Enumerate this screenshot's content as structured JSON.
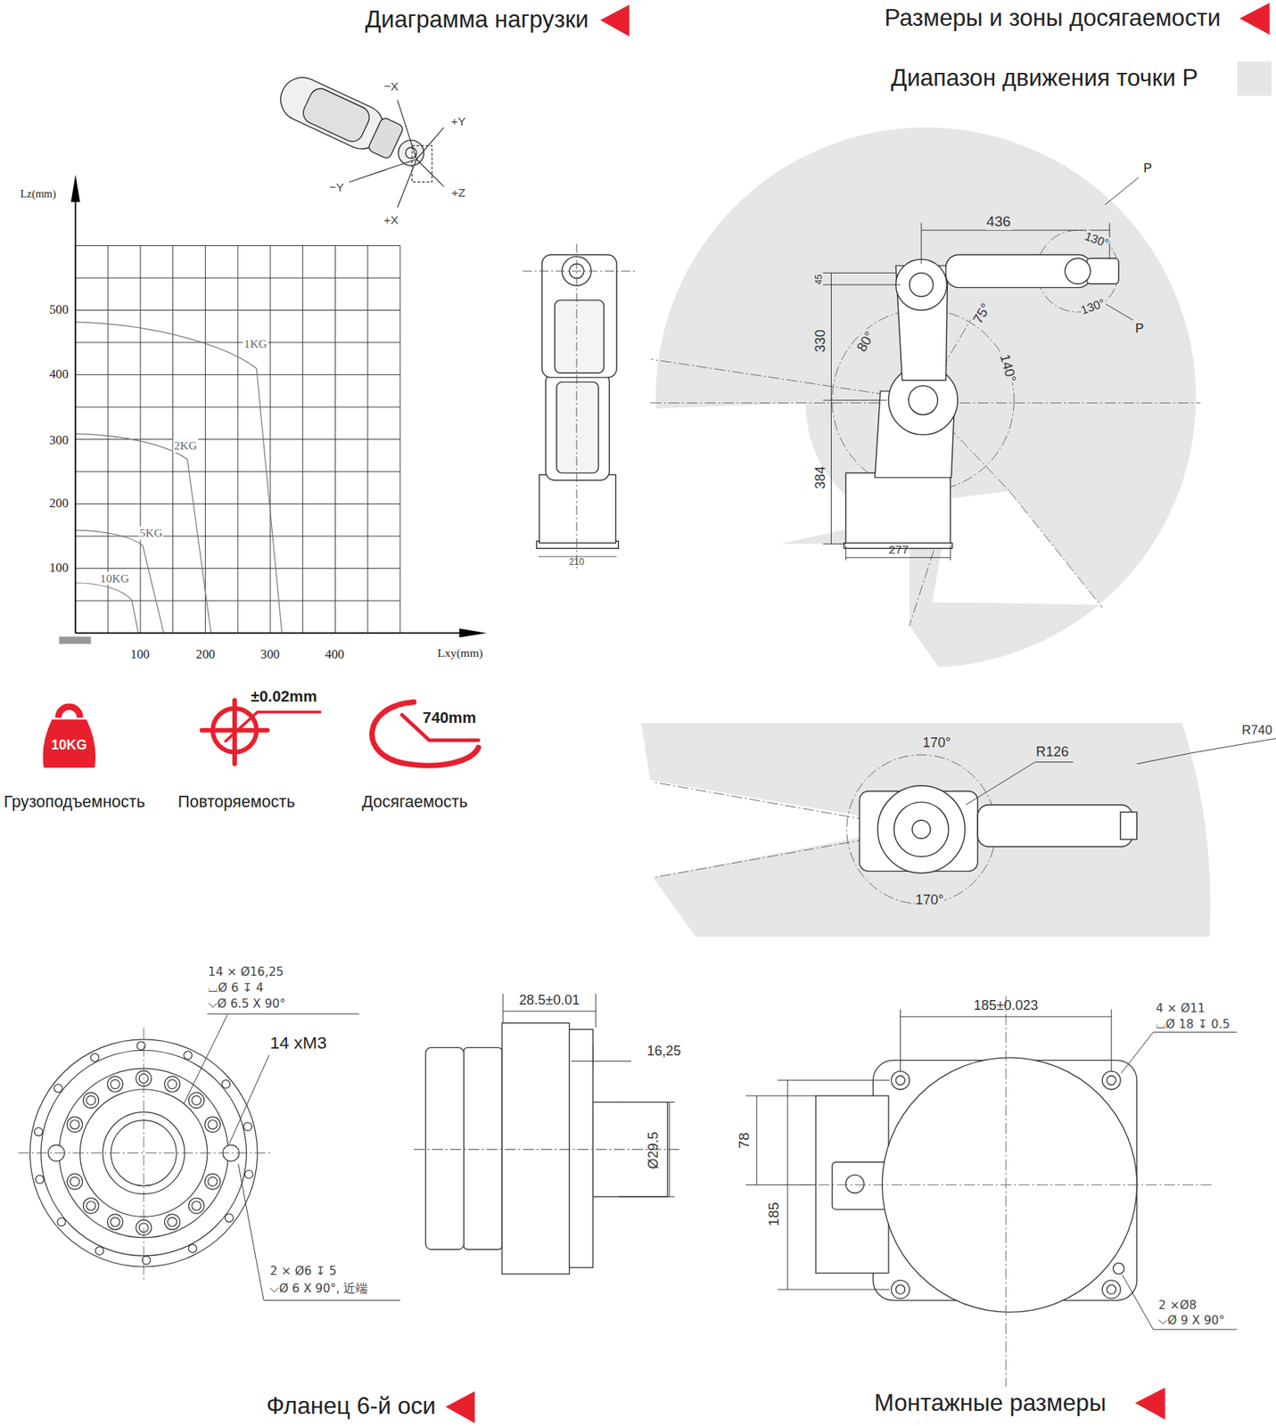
{
  "diagram": {
    "nodes": [
      {
        "text": [
          "10KG"
        ]
      }
    ],
    "labels": [
      "Диаграмма нагрузки",
      "Размеры и зоны досягаемости",
      "Lz(mm)",
      "500",
      "400",
      "300",
      "200",
      "100",
      "100",
      "200",
      "300",
      "400",
      "Lxy(mm)",
      "1KG",
      "2KG",
      "5KG",
      "10KG",
      "−X",
      "+Y",
      "−Y",
      "+Z",
      "+X",
      "±0.02mm",
      "740mm",
      "Грузоподъемность",
      "Повторяемость",
      "Досягаемость",
      "210",
      "P",
      "436",
      "130°",
      "45",
      "330",
      "80°",
      "75°",
      "130°",
      "P",
      "140°",
      "384",
      "277",
      "R740",
      "170°",
      "R126",
      "170°",
      "14 × Ø16,25",
      "⌴Ø 6 ↧ 4",
      "⌵Ø 6.5 X 90°",
      "14 xM3",
      "2 × Ø6 ↧ 5",
      "⌵Ø 6 X 90°, 近端",
      "28.5±0.01",
      "16,25",
      "Ø29.5",
      "185±0.023",
      "4 × Ø11",
      "⌴Ø 18 ↧ 0.5",
      "78",
      "185",
      "2 ×Ø8",
      "⌵Ø 9 X 90°",
      "Фланец 6-й оси",
      "Монтажные размеры"
    ],
    "legend": [
      {
        "text": "Диапазон движения точки P",
        "color": "#e6e6e6"
      }
    ]
  }
}
